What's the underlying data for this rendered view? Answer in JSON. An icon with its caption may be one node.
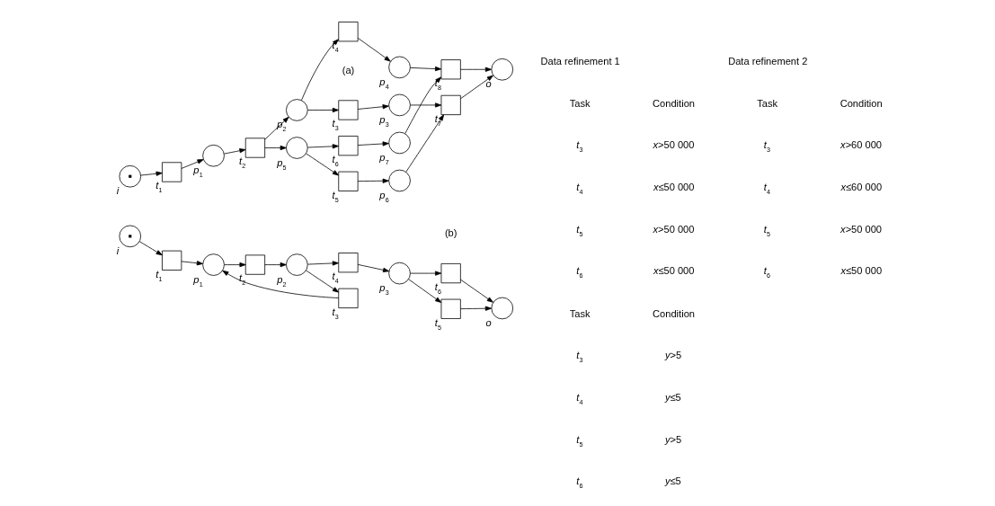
{
  "diagram": {
    "nodes": [
      {
        "text": [],
        "shape": "circle",
        "beside": [
          "*i*"
        ]
      },
      {
        "text": [],
        "shape": "box",
        "beside": [
          "*t*$_{1}$"
        ]
      },
      {
        "text": [],
        "shape": "circle",
        "beside": [
          "*p*$_{1}$"
        ]
      },
      {
        "text": [],
        "shape": "box",
        "beside": [
          "*t*$_{2}$"
        ]
      },
      {
        "text": [],
        "shape": "circle",
        "beside": [
          "*p*$_{2}$"
        ]
      },
      {
        "text": [],
        "shape": "circle",
        "beside": [
          "*p*$_{5}$"
        ]
      },
      {
        "text": [],
        "shape": "box",
        "beside": [
          "*t*$_{3}$"
        ]
      },
      {
        "text": [],
        "shape": "box",
        "beside": [
          "*t*$_{4}$"
        ]
      },
      {
        "text": [],
        "shape": "box",
        "beside": [
          "*t*$_{5}$"
        ]
      },
      {
        "text": [],
        "shape": "box",
        "beside": [
          "*t*$_{6}$"
        ]
      },
      {
        "text": [],
        "shape": "circle",
        "beside": [
          "*p*$_{3}$"
        ]
      },
      {
        "text": [],
        "shape": "circle",
        "beside": [
          "*p*$_{4}$"
        ]
      },
      {
        "text": [],
        "shape": "circle",
        "beside": [
          "*p*$_{6}$"
        ]
      },
      {
        "text": [],
        "shape": "circle",
        "beside": [
          "*p*$_{7}$"
        ]
      },
      {
        "text": [],
        "shape": "box",
        "beside": [
          "*t*$_{7}$"
        ]
      },
      {
        "text": [],
        "shape": "box",
        "beside": [
          "*t*$_{8}$"
        ]
      },
      {
        "text": [],
        "shape": "circle",
        "beside": [
          "*o*"
        ]
      },
      {
        "text": [],
        "shape": "circle",
        "beside": [
          "*i*"
        ]
      },
      {
        "text": [],
        "shape": "box",
        "beside": [
          "*t*$_{1}$"
        ]
      },
      {
        "text": [],
        "shape": "circle",
        "beside": [
          "*p*$_{1}$"
        ]
      },
      {
        "text": [],
        "shape": "box",
        "beside": [
          "*t*$_{2}$"
        ]
      },
      {
        "text": [],
        "shape": "circle",
        "beside": [
          "*p*$_{2}$"
        ]
      },
      {
        "text": [],
        "shape": "box",
        "beside": [
          "*t*$_{3}$"
        ]
      },
      {
        "text": [],
        "shape": "box",
        "beside": [
          "*t*$_{4}$"
        ]
      },
      {
        "text": [],
        "shape": "circle",
        "beside": [
          "*p*$_{3}$"
        ]
      },
      {
        "text": [],
        "shape": "box",
        "beside": [
          "*t*$_{5}$"
        ]
      },
      {
        "text": [],
        "shape": "box",
        "beside": [
          "*t*$_{6}$"
        ]
      },
      {
        "text": [],
        "shape": "circle",
        "beside": [
          "*o*"
        ]
      }
    ],
    "edges": [
      {
        "from": 0,
        "to": 1,
        "arrow": "to"
      },
      {
        "from": 1,
        "to": 2,
        "arrow": "to"
      },
      {
        "from": 2,
        "to": 3,
        "arrow": "to"
      },
      {
        "from": 3,
        "to": 4,
        "arrow": "to"
      },
      {
        "from": 3,
        "to": 5,
        "arrow": "to"
      },
      {
        "from": 4,
        "to": 6,
        "arrow": "to"
      },
      {
        "from": 4,
        "to": 7,
        "arrow": "to"
      },
      {
        "from": 5,
        "to": 8,
        "arrow": "to"
      },
      {
        "from": 5,
        "to": 9,
        "arrow": "to"
      },
      {
        "from": 6,
        "to": 10,
        "arrow": "to"
      },
      {
        "from": 7,
        "to": 11,
        "arrow": "to"
      },
      {
        "from": 8,
        "to": 12,
        "arrow": "to"
      },
      {
        "from": 9,
        "to": 13,
        "arrow": "to"
      },
      {
        "from": 10,
        "to": 14,
        "arrow": "to"
      },
      {
        "from": 11,
        "to": 15,
        "arrow": "to"
      },
      {
        "from": 12,
        "to": 14,
        "arrow": "to"
      },
      {
        "from": 13,
        "to": 15,
        "arrow": "to"
      },
      {
        "from": 14,
        "to": 16,
        "arrow": "to"
      },
      {
        "from": 15,
        "to": 16,
        "arrow": "to"
      },
      {
        "from": 17,
        "to": 18,
        "arrow": "to"
      },
      {
        "from": 18,
        "to": 19,
        "arrow": "to"
      },
      {
        "from": 19,
        "to": 20,
        "arrow": "to"
      },
      {
        "from": 20,
        "to": 21,
        "arrow": "to"
      },
      {
        "from": 21,
        "to": 22,
        "arrow": "to"
      },
      {
        "from": 22,
        "to": 19,
        "arrow": "to"
      },
      {
        "from": 21,
        "to": 23,
        "arrow": "to"
      },
      {
        "from": 23,
        "to": 24,
        "arrow": "to"
      },
      {
        "from": 24,
        "to": 25,
        "arrow": "to"
      },
      {
        "from": 24,
        "to": 26,
        "arrow": "to"
      },
      {
        "from": 25,
        "to": 27,
        "arrow": "to"
      },
      {
        "from": 26,
        "to": 27,
        "arrow": "to"
      }
    ],
    "labels": [
      "Data refinement 1",
      "Data refinement 2",
      "Task",
      "Condition",
      "Task",
      "Condition",
      "*t*$_{3}$",
      "*x*>50 000",
      "*t*$_{3}$",
      "*x*>60 000",
      "*t*$_{4}$",
      "*x*≤50 000",
      "*t*$_{4}$",
      "*x*≤60 000",
      "*t*$_{5}$",
      "*x*>50 000",
      "*t*$_{5}$",
      "*x*>50 000",
      "*t*$_{6}$",
      "*x*≤50 000",
      "*t*$_{6}$",
      "*x*≤50 000",
      "(a)",
      "Task",
      "Condition",
      "*t*$_{3}$",
      "*y*>5",
      "*t*$_{4}$",
      "*y*≤5",
      "*t*$_{5}$",
      "*y*>5",
      "*t*$_{6}$",
      "*y*≤5",
      "(b)"
    ]
  }
}
